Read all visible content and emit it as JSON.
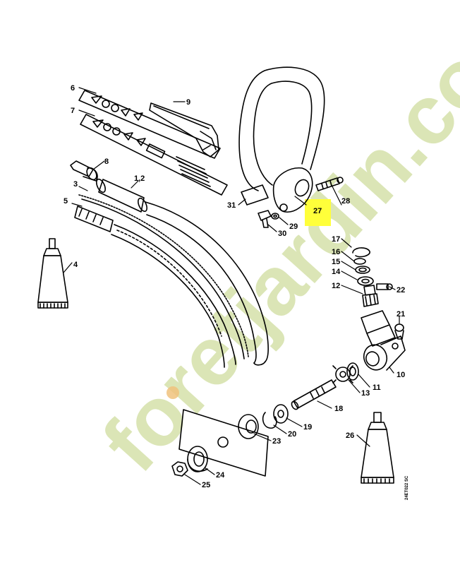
{
  "diagram": {
    "highlight_color": "#ffff3a",
    "watermark_text": "foretjardin.com",
    "drawing_code": "24ET022 SC",
    "callouts": {
      "c1": "1,2",
      "c3": "3",
      "c4": "4",
      "c5": "5",
      "c6": "6",
      "c7": "7",
      "c8": "8",
      "c9": "9",
      "c10": "10",
      "c11": "11",
      "c12": "12",
      "c13": "13",
      "c14": "14",
      "c15": "15",
      "c16": "16",
      "c17": "17",
      "c18": "18",
      "c19": "19",
      "c20": "20",
      "c21": "21",
      "c22": "22",
      "c23": "23",
      "c24": "24",
      "c25": "25",
      "c26": "26",
      "c27": "27",
      "c28": "28",
      "c29": "29",
      "c30": "30",
      "c31": "31"
    },
    "highlighted_part": "27"
  }
}
